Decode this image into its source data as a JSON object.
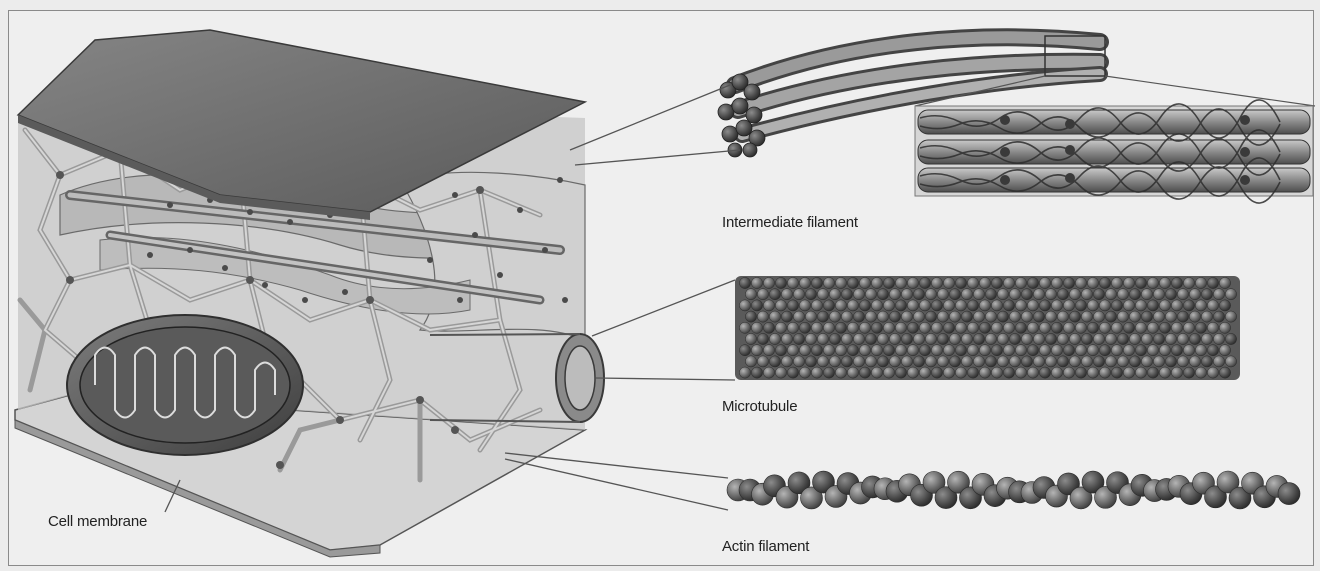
{
  "labels": {
    "intermediate": "Intermediate filament",
    "microtubule": "Microtubule",
    "actin": "Actin filament",
    "membrane": "Cell membrane"
  },
  "colors": {
    "background": "#efefef",
    "membrane_top": "#6f6f6f",
    "strand": "#7a7a7a",
    "dark": "#3a3a3a",
    "bead_light": "#9a9a9a",
    "bead_dark": "#4f4f4f"
  }
}
